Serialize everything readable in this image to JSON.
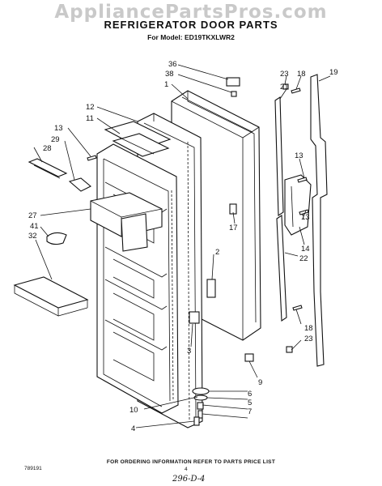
{
  "watermark": "AppliancePartsPros.com",
  "title": "REFRIGERATOR DOOR PARTS",
  "subtitle": "For Model: ED19TKXLWR2",
  "footer": {
    "ordering_note": "FOR ORDERING INFORMATION REFER TO PARTS PRICE LIST",
    "code": "789191",
    "page_number": "4",
    "handwritten": "296-D-4"
  },
  "callouts": {
    "c1": "1",
    "c2": "2",
    "c3": "3",
    "c4": "4",
    "c5": "5",
    "c6": "6",
    "c7": "7",
    "c9": "9",
    "c10": "10",
    "c11": "11",
    "c12": "12",
    "c13a": "13",
    "c13b": "13",
    "c13c": "13",
    "c14": "14",
    "c17": "17",
    "c18a": "18",
    "c18b": "18",
    "c19": "19",
    "c21": "21",
    "c22": "22",
    "c23a": "23",
    "c23b": "23",
    "c27": "27",
    "c28": "28",
    "c29": "29",
    "c32": "32",
    "c36": "36",
    "c38": "38",
    "c41": "41"
  }
}
